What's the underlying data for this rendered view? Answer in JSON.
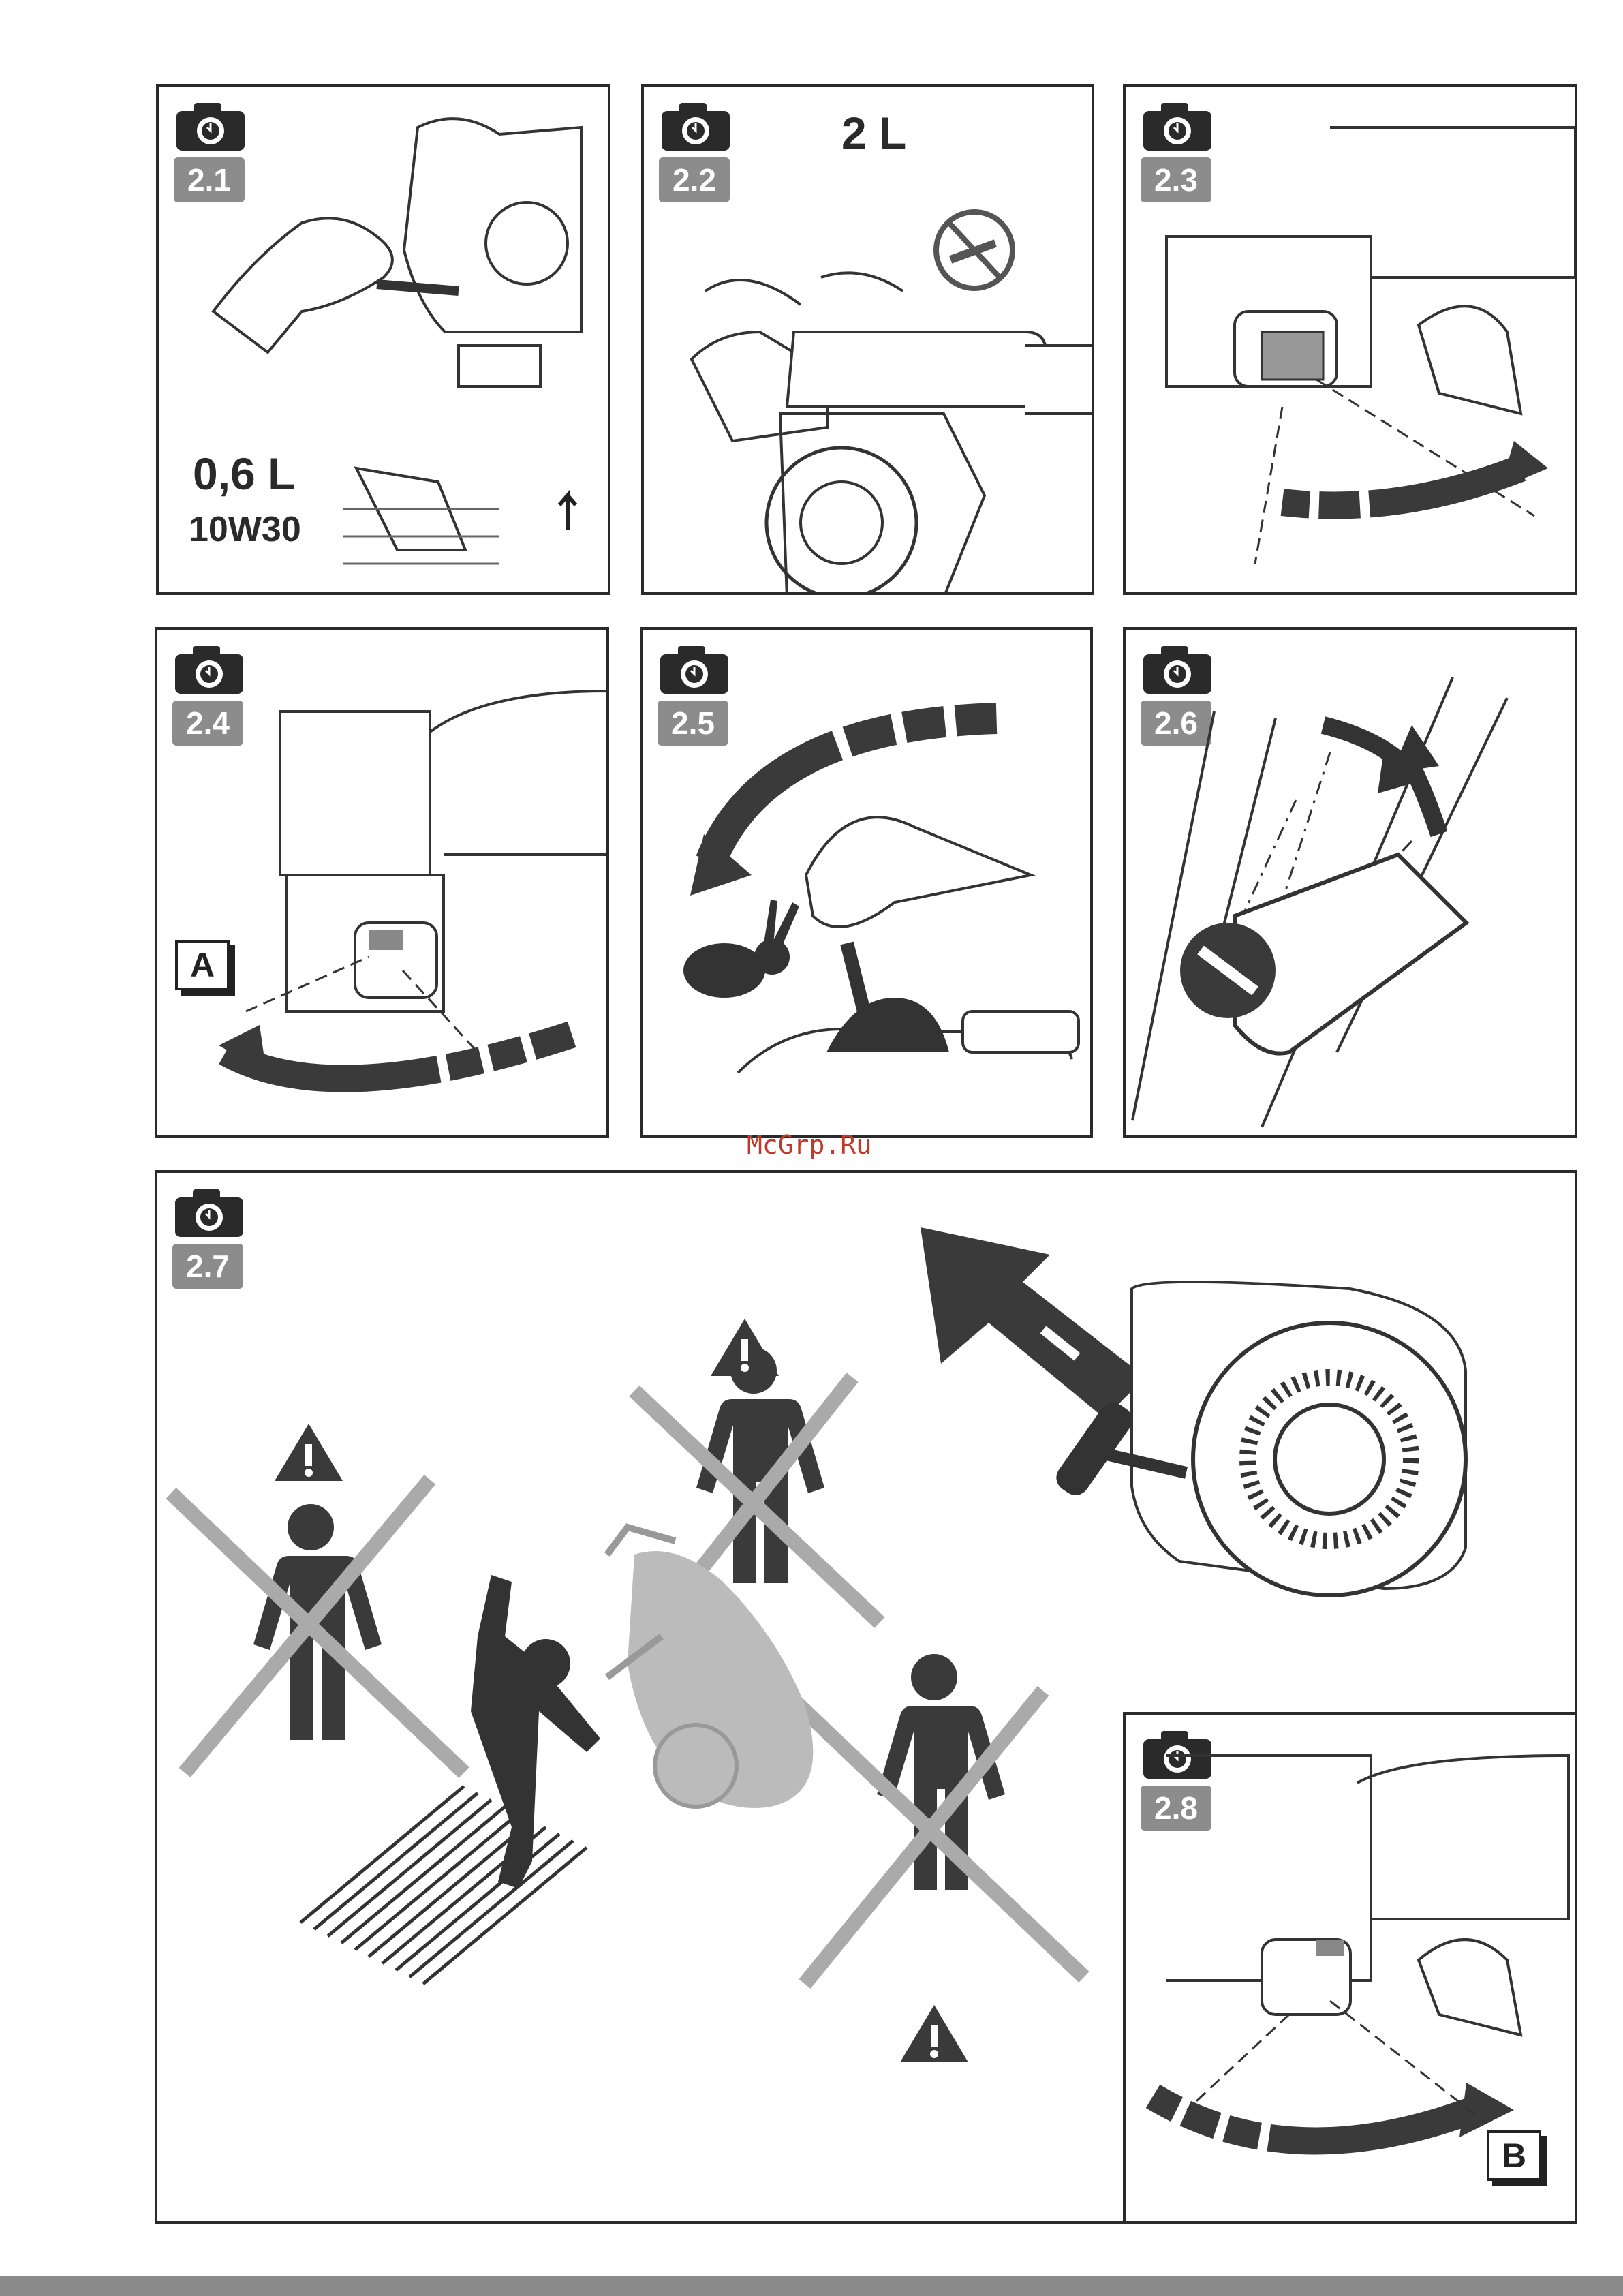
{
  "panels": {
    "p21": {
      "label": "2.1",
      "volume": "0,6 L",
      "oil": "10W30"
    },
    "p22": {
      "label": "2.2",
      "volume": "2 L"
    },
    "p23": {
      "label": "2.3"
    },
    "p24": {
      "label": "2.4",
      "marker": "A"
    },
    "p25": {
      "label": "2.5"
    },
    "p26": {
      "label": "2.6"
    },
    "p27": {
      "label": "2.7"
    },
    "p28": {
      "label": "2.8",
      "marker": "B"
    }
  },
  "watermark": "McGrp.Ru",
  "icons": [
    "camera-icon",
    "no-smoking-icon",
    "rabbit-icon",
    "warning-icon",
    "person-icon",
    "arrow-icon"
  ]
}
